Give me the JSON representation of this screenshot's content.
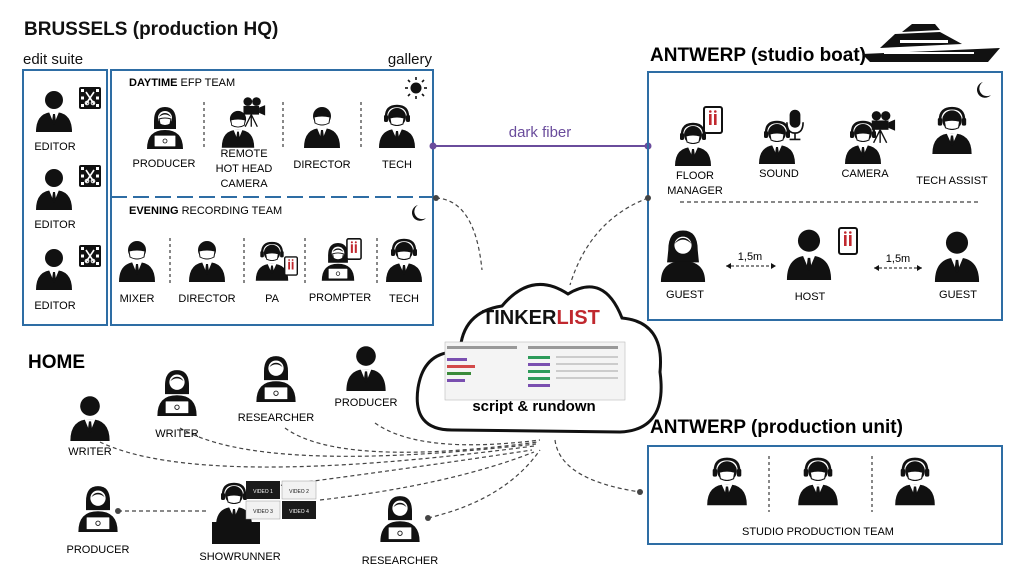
{
  "brussels": {
    "title": "BRUSSELS (production HQ)",
    "edit_suite_label": "edit suite",
    "gallery_label": "gallery",
    "editors": [
      "EDITOR",
      "EDITOR",
      "EDITOR"
    ],
    "daytime": {
      "title_bold": "DAYTIME",
      "title_rest": " EFP TEAM",
      "producer": "PRODUCER",
      "remote_line1": "REMOTE",
      "remote_line2": "HOT HEAD",
      "remote_line3": "CAMERA",
      "director": "DIRECTOR",
      "tech": "TECH"
    },
    "evening": {
      "title_bold": "EVENING",
      "title_rest": " RECORDING TEAM",
      "mixer": "MIXER",
      "director": "DIRECTOR",
      "pa": "PA",
      "prompter": "PROMPTER",
      "tech": "TECH"
    }
  },
  "link_label": "dark fiber",
  "antwerp_boat": {
    "title": "ANTWERP (studio boat)",
    "floor_line1": "FLOOR",
    "floor_line2": "MANAGER",
    "sound": "SOUND",
    "camera": "CAMERA",
    "tech_assist": "TECH ASSIST",
    "guest_left": "GUEST",
    "host": "HOST",
    "guest_right": "GUEST",
    "distance_left": "1,5m",
    "distance_right": "1,5m"
  },
  "cloud": {
    "logo_part1": "TINKER",
    "logo_part2": "LIST",
    "caption": "script & rundown"
  },
  "home": {
    "title": "HOME",
    "writer_1": "WRITER",
    "writer_2": "WRITER",
    "researcher_1": "RESEARCHER",
    "producer_1": "PRODUCER",
    "producer_2": "PRODUCER",
    "showrunner": "SHOWRUNNER",
    "researcher_2": "RESEARCHER",
    "video_tiles": [
      "VIDEO 1",
      "VIDEO 2",
      "VIDEO 3",
      "VIDEO 4"
    ]
  },
  "antwerp_unit": {
    "title": "ANTWERP (production unit)",
    "team_label": "STUDIO PRODUCTION TEAM"
  },
  "colors": {
    "frame": "#2e6da4",
    "fiber": "#6a4c9c",
    "logo_red": "#c0282e",
    "ink": "#111111"
  }
}
